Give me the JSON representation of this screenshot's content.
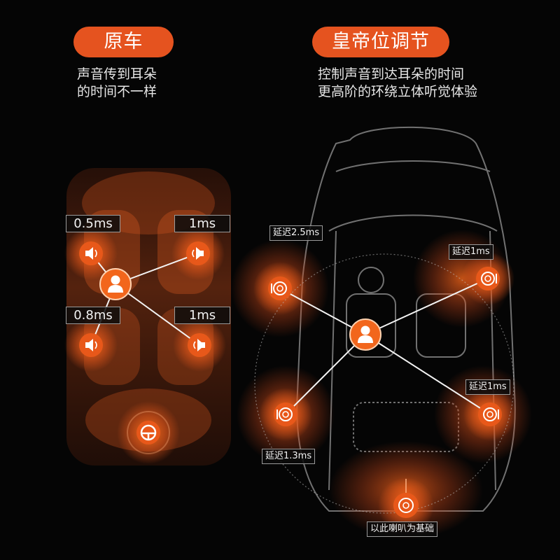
{
  "left_panel": {
    "title": "原车",
    "subtitle_lines": [
      "声音传到耳朵",
      "的时间不一样"
    ],
    "speakers": [
      {
        "delay_label": "0.5ms"
      },
      {
        "delay_label": "1ms"
      },
      {
        "delay_label": "0.8ms"
      },
      {
        "delay_label": "1ms"
      }
    ]
  },
  "right_panel": {
    "title": "皇帝位调节",
    "subtitle_lines": [
      "控制声音到达耳朵的时间",
      "更高阶的环绕立体听觉体验"
    ],
    "speakers": [
      {
        "delay_label": "延迟2.5ms"
      },
      {
        "delay_label": "延迟1ms"
      },
      {
        "delay_label": "延迟1.3ms"
      },
      {
        "delay_label": "延迟1ms"
      }
    ],
    "base_label": "以此喇叭为基础"
  },
  "colors": {
    "accent": "#e5531f",
    "glow": "#ff6a1a",
    "background": "#050505"
  },
  "icons": [
    "user-icon",
    "speaker-icon",
    "steering-wheel-icon",
    "tweeter-icon"
  ]
}
